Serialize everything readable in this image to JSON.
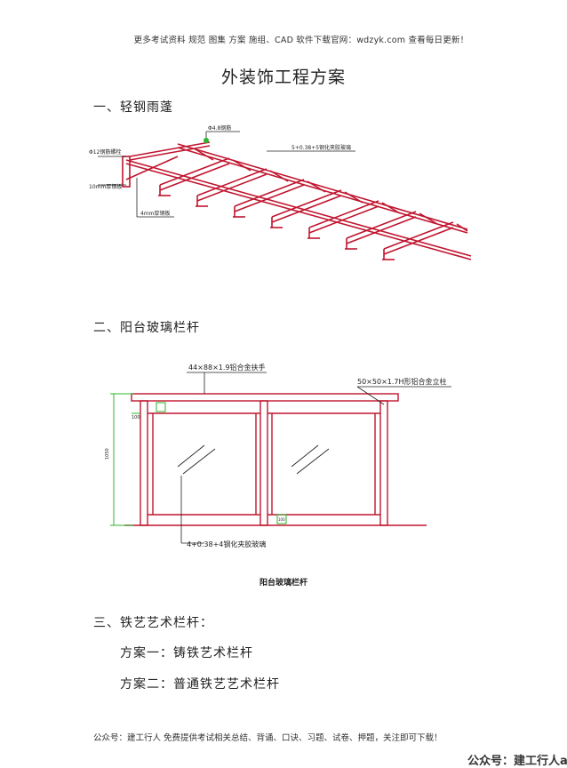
{
  "top_note": "更多考试资料 规范 图集 方案 施组、CAD 软件下载官网：wdzyk.com 查看每日更新！",
  "title": "外装饰工程方案",
  "sections": [
    {
      "heading": "一、轻钢雨蓬",
      "labels": {
        "rod": "Φ4.8钢筋",
        "rod_small": "Φ12钢筋螺栓",
        "plate10": "10mm厚钢板",
        "plate4": "4mm厚钢板",
        "glass": "5+0.38+5钢化夹胶玻璃"
      }
    },
    {
      "heading": "二、阳台玻璃栏杆",
      "labels": {
        "handrail": "44×88×1.9铝合金扶手",
        "post": "50×50×1.7H形铝合金立柱",
        "glass": "4+0.38+4钢化夹胶玻璃",
        "dim_100": "100",
        "dim_height": "1050",
        "dim_small": "100"
      },
      "caption": "阳台玻璃栏杆"
    },
    {
      "heading": "三、铁艺艺术栏杆：",
      "items": [
        "方案一：铸铁艺术栏杆",
        "方案二：普通铁艺艺术栏杆"
      ]
    }
  ],
  "footer_note": "公众号：建工行人 免费提供考试相关总结、背诵、口诀、习题、试卷、押题，关注即可下载！",
  "watermark": "公众号：建工行人a",
  "colors": {
    "structure": "#c0152f",
    "dimension": "#2bb52b",
    "leader": "#222222"
  }
}
